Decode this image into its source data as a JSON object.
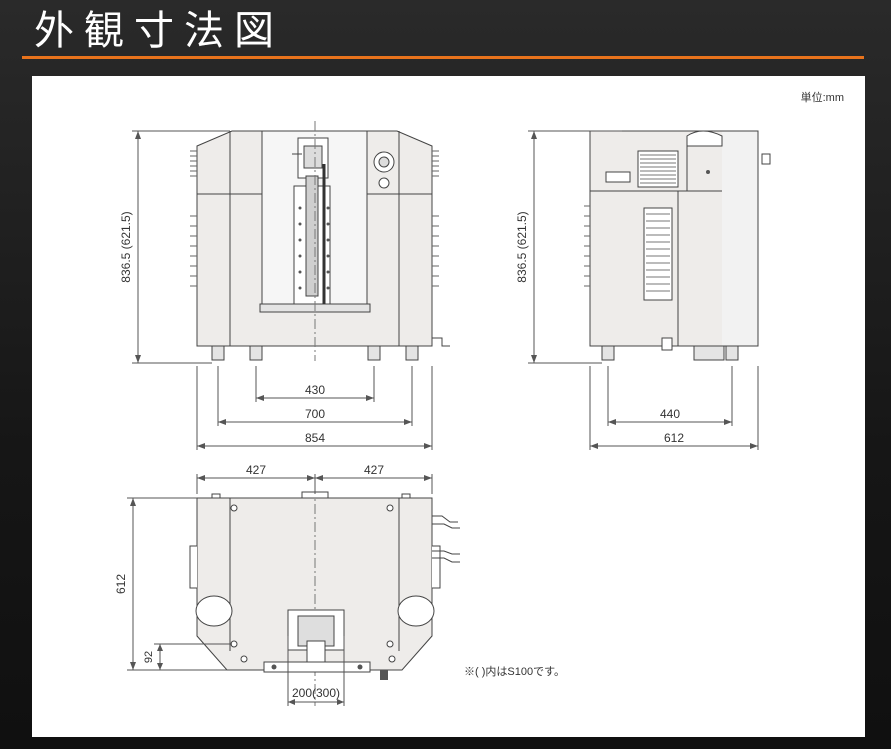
{
  "page_title": "外観寸法図",
  "unit_label": "単位:mm",
  "note": "※( )内はS100です。",
  "accent_color": "#e8731c",
  "front_view": {
    "height_label": "836.5 (621.5)",
    "width_430": "430",
    "width_700": "700",
    "width_854": "854"
  },
  "side_view": {
    "height_label": "836.5 (621.5)",
    "width_440": "440",
    "width_612": "612"
  },
  "top_view": {
    "left_427": "427",
    "right_427": "427",
    "depth_612": "612",
    "offset_92": "92",
    "width_200": "200(300)"
  }
}
